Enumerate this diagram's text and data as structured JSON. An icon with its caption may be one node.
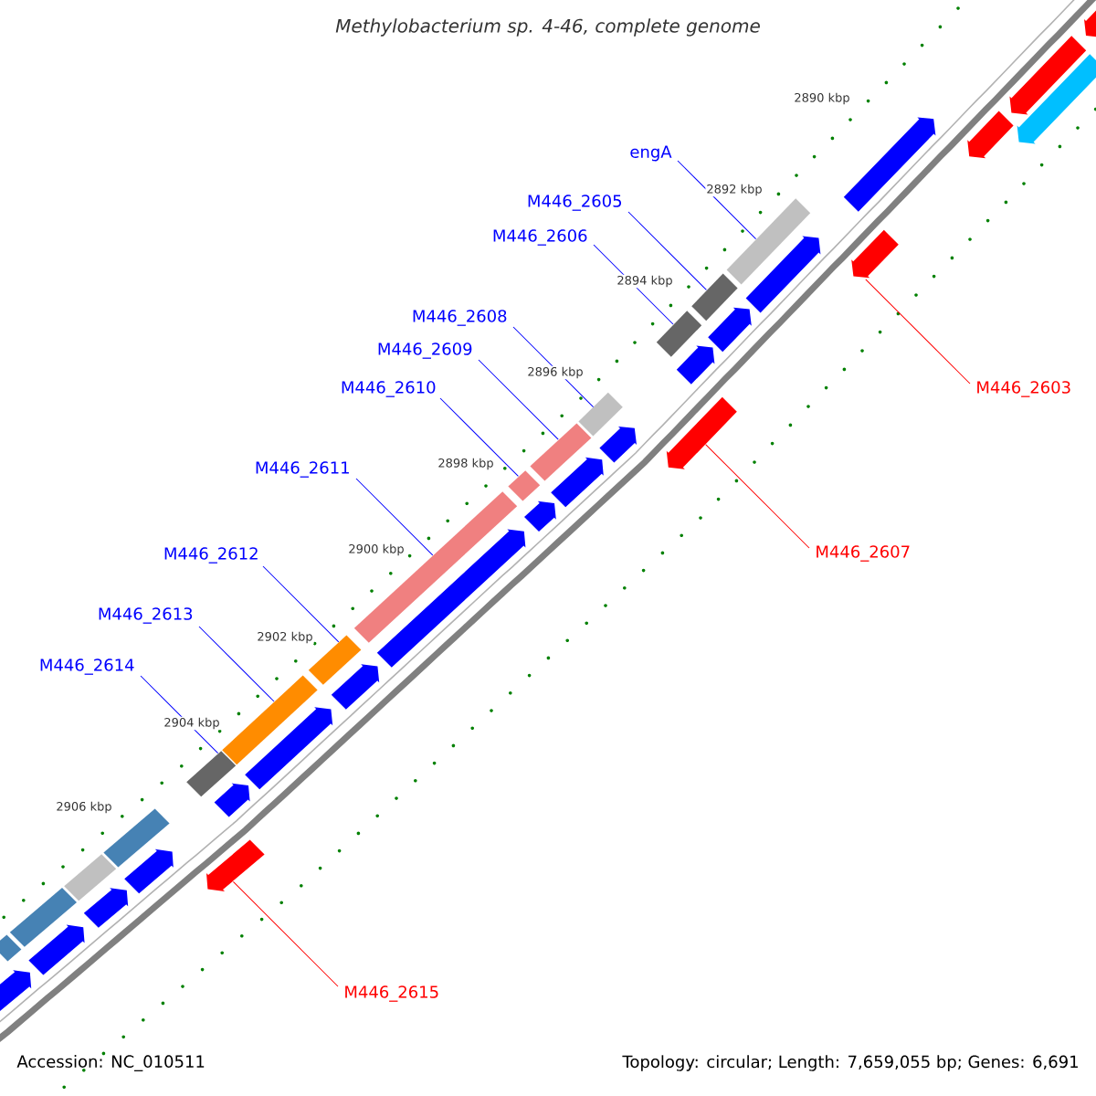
{
  "diagram": {
    "title": "Methylobacterium sp. 4-46, complete genome",
    "nodes": [
      {
        "text": [
          "engA"
        ]
      },
      {
        "text": [
          "M446_2605"
        ]
      },
      {
        "text": [
          "M446_2606"
        ]
      },
      {
        "text": [
          "M446_2608"
        ]
      },
      {
        "text": [
          "M446_2609"
        ]
      },
      {
        "text": [
          "M446_2610"
        ]
      },
      {
        "text": [
          "M446_2611"
        ]
      },
      {
        "text": [
          "M446_2612"
        ]
      },
      {
        "text": [
          "M446_2613"
        ]
      },
      {
        "text": [
          "M446_2614"
        ]
      },
      {
        "text": [
          "M446_2603"
        ]
      },
      {
        "text": [
          "M446_2607"
        ]
      },
      {
        "text": [
          "M446_2615"
        ]
      },
      {
        "text": [],
        "shape": "bar"
      },
      {
        "text": [],
        "shape": "bar"
      },
      {
        "text": [],
        "shape": "bar"
      },
      {
        "text": [],
        "shape": "bar"
      },
      {
        "text": [],
        "shape": "bar"
      },
      {
        "text": [],
        "shape": "bar"
      },
      {
        "text": [],
        "shape": "bar"
      },
      {
        "text": [],
        "shape": "bar"
      },
      {
        "text": [],
        "shape": "bar"
      },
      {
        "text": [],
        "shape": "bar"
      },
      {
        "text": [],
        "shape": "arrow"
      },
      {
        "text": [],
        "shape": "arrow"
      },
      {
        "text": [],
        "shape": "arrow"
      },
      {
        "text": [],
        "shape": "arrow"
      },
      {
        "text": [],
        "shape": "bar"
      },
      {
        "text": [],
        "shape": "arrow"
      },
      {
        "text": [],
        "shape": "bar"
      },
      {
        "text": [],
        "shape": "arrow"
      },
      {
        "text": [],
        "shape": "bar"
      },
      {
        "text": [],
        "shape": "arrow"
      },
      {
        "text": [],
        "shape": "bar"
      },
      {
        "text": [],
        "shape": "arrow"
      },
      {
        "text": [],
        "shape": "arrow"
      },
      {
        "text": [],
        "shape": "arrow"
      },
      {
        "text": [],
        "shape": "arrow"
      },
      {
        "text": [],
        "shape": "arrow"
      },
      {
        "text": [],
        "shape": "arrow"
      },
      {
        "text": [],
        "shape": "arrow"
      },
      {
        "text": [],
        "shape": "arrow"
      },
      {
        "text": [],
        "shape": "arrow"
      },
      {
        "text": [],
        "shape": "arrow"
      },
      {
        "text": [],
        "shape": "arrow"
      },
      {
        "text": [],
        "shape": "arrow"
      },
      {
        "text": [],
        "shape": "arrow"
      },
      {
        "text": [],
        "shape": "arrow"
      },
      {
        "text": [],
        "shape": "arrow"
      }
    ],
    "edges": [
      {
        "from": 0,
        "to": 13,
        "arrow": "none"
      },
      {
        "from": 1,
        "to": 14,
        "arrow": "none"
      },
      {
        "from": 2,
        "to": 15,
        "arrow": "none"
      },
      {
        "from": 3,
        "to": 16,
        "arrow": "none"
      },
      {
        "from": 4,
        "to": 17,
        "arrow": "none"
      },
      {
        "from": 5,
        "to": 18,
        "arrow": "none"
      },
      {
        "from": 6,
        "to": 19,
        "arrow": "none"
      },
      {
        "from": 7,
        "to": 20,
        "arrow": "none"
      },
      {
        "from": 8,
        "to": 21,
        "arrow": "none"
      },
      {
        "from": 9,
        "to": 22,
        "arrow": "none"
      },
      {
        "from": 10,
        "to": 23,
        "arrow": "none",
        "color": "#ff0000"
      },
      {
        "from": 11,
        "to": 24,
        "arrow": "none",
        "color": "#ff0000"
      },
      {
        "from": 12,
        "to": 25,
        "arrow": "none",
        "color": "#ff0000"
      }
    ],
    "labels": [
      "2890 kbp",
      "2892 kbp",
      "2894 kbp",
      "2896 kbp",
      "2898 kbp",
      "2900 kbp",
      "2902 kbp",
      "2904 kbp",
      "2906 kbp",
      "Accession: NC_010511",
      "Topology: circular; Length: 7,659,055 bp; Genes: 6,691"
    ]
  }
}
